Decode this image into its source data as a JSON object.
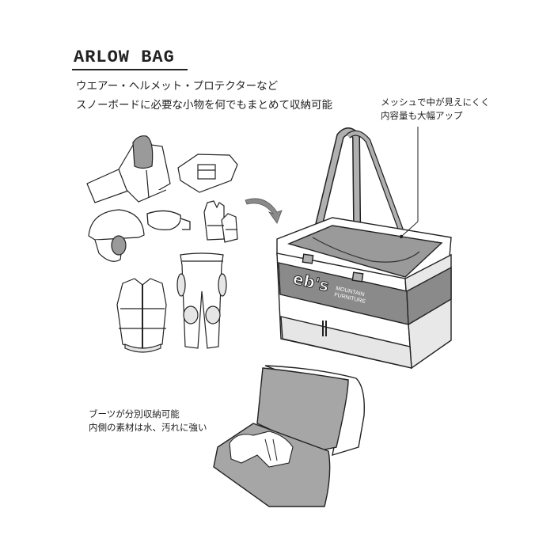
{
  "title": "ARLOW BAG",
  "description": {
    "line1": "ウエアー・ヘルメット・プロテクターなど",
    "line2": "スノーボードに必要な小物を何でもまとめて収納可能"
  },
  "callouts": {
    "mesh": {
      "line1": "メッシュで中が見えにくく",
      "line2": "内容量も大幅アップ"
    },
    "boots": {
      "line1": "ブーツが分別収納可能",
      "line2": "内側の素材は水、汚れに強い"
    }
  },
  "bag": {
    "brand": "eb's",
    "brand_sub_line1": "MOUNTAIN",
    "brand_sub_line2": "FURNITURE"
  },
  "items": [
    "jacket",
    "shirt",
    "helmet",
    "goggles",
    "gloves",
    "protector-vest",
    "protector-pants",
    "boots"
  ],
  "colors": {
    "ink": "#222222",
    "gray_dark": "#8a8a8a",
    "gray_mid": "#a6a6a6",
    "gray_light": "#e6e6e6"
  }
}
